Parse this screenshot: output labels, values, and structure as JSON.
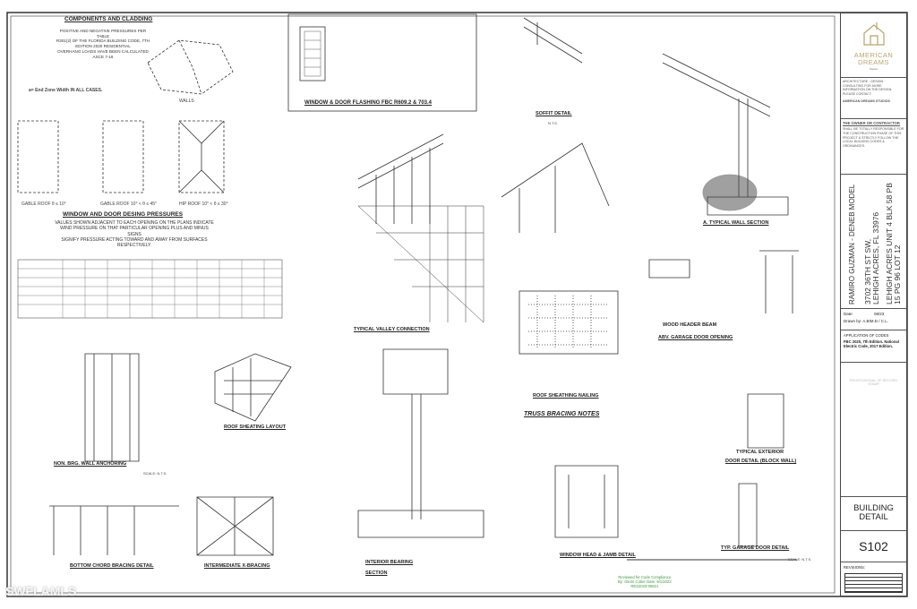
{
  "sheet": {
    "components": {
      "title": "COMPONENTS AND CLADDING",
      "note": [
        "POSITIVE AND NEGATIVE PRESSURES PER",
        "TABLE",
        "R301(2) OF THE FLORIDA BUILDING CODE, 7TH",
        "EDITION 2020 RESIDENTIAL",
        "OVERHANG LOADS HAVE BEEN CALCULATED",
        "ASCE 7-16"
      ],
      "walls": "WALLS",
      "end_zone": "a= End Zone Width IN ALL CASES.",
      "roof1": "GABLE ROOF θ ≤ 10°",
      "roof2": "GABLE ROOF 10° < θ ≤ 45°",
      "roof3": "HIP ROOF 10° < θ ≤ 30°"
    },
    "pressures": {
      "title": "WINDOW AND DOOR DESING PRESSURES",
      "note": [
        "VALUES SHOWN ADJACENT TO EACH OPENING ON THE PLANS INDICATE",
        "WIND PRESSURE ON THAT PARTICULAR OPENING PLUS AND MINUS",
        "SIGNS",
        "SIGNIFY PRESSURE ACTING TOWARD AND AWAY FROM SURFACES",
        "RESPECTIVELY."
      ]
    },
    "details": {
      "flashing": "WINDOW & DOOR FLASHING FBC R609.2 & 703.4",
      "soffit": "SOFFIT DETAIL",
      "nts": "N.T.S.",
      "scale_nts": "SCALE: N.T.S.",
      "wall_section": "A. TYPICAL WALL SECTION",
      "valley": "TYPICAL VALLEY CONNECTION",
      "sheathing_nailing": "ROOF SHEATHING NAILING",
      "truss_notes": "TRUSS BRACING NOTES",
      "header_beam": "WOOD HEADER BEAM",
      "header_beam_sub": "ABV. GARAGE DOOR OPENING",
      "ext_door": "TYPICAL EXTERIOR",
      "ext_door_sub": "DOOR DETAIL (BLOCK WALL)",
      "garage_door": "TYP. GARAGE DOOR DETAIL",
      "non_brg": "NON. BRG. WALL ANCHORING",
      "sheating_layout": "ROOF SHEATING LAYOUT",
      "bottom_chord": "BOTTOM CHORD BRACING DETAIL",
      "x_bracing": "INTERMEDIATE X-BRACING",
      "interior_bearing": "INTERIOR BEARING",
      "interior_bearing_sub": "SECTION",
      "window_head": "WINDOW HEAD & JAMB DETAIL"
    },
    "stamp": [
      "Reviewed for Code Compliance",
      "By: Glenn Cotter  Date: 9/1/2023",
      "RES2023-05821"
    ],
    "watermark": "SWFLAMLS"
  },
  "title_block": {
    "logo": [
      "AMERICAN",
      "DREAMS"
    ],
    "logo_sub": "Naples",
    "firm_note": "ARCHITECTURE · DESIGN · CONSULTING FOR MORE INFORMATION ON THE DESIGN, PLEASE CONTACT",
    "firm_name": "AMERICAN DREAMS STUDIOS",
    "owner_heading": "THE OWNER OR CONTRACTOR",
    "owner_note": "SHALL BE TOTALLY RESPONSIBLE FOR THE CONSTRUCTION PHASE OF THIS PROJECT & STRICTLY FOLLOW THE LOCAL BUILDING CODES & ORDINANCES.",
    "customer": "RAMIRO GUZMAN - DENEB MODEL",
    "address": [
      "3702 36TH ST SW,",
      "LEHIGH ACRES, FL 33976"
    ],
    "legal": [
      "LEHIGH ACRES UNIT 4 BLK 58 PB",
      "15 PG 96 LOT 12"
    ],
    "date_label": "Date:",
    "date": "08/23",
    "drawn_label": "Drawn by:",
    "drawn": "A.BIM.D / C.L.",
    "codes_heading": "APPLICATION OF CODES",
    "codes": "FBC 2020, 7th Edition. National Electric Code, 2017 Edition.",
    "stamp_area": "PROFESSIONAL OF RECORD STAMP",
    "sheet_title": "BUILDING DETAIL",
    "sheet_number": "S102",
    "revisions": "REVISIONS:",
    "accent": "#b8a46a"
  }
}
